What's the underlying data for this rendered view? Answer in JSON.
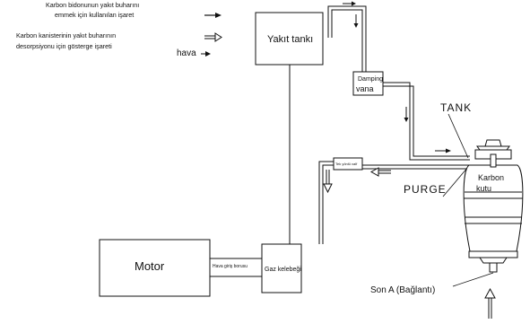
{
  "legend": {
    "absorb_line1": "Karbon bidonunun yakıt buharını",
    "absorb_line2": "emmek için kullanılan işaret",
    "desorb_line1": "Karbon kanisterinin yakıt buharının",
    "desorb_line2": "desorpsiyonu için gösterge işareti",
    "air": "hava"
  },
  "components": {
    "fuel_tank": "Yakıt tankı",
    "damping_line1": "Damping",
    "damping_line2": "vana",
    "engine": "Motor",
    "intake_pipe": "Hava giriş borusu",
    "throttle": "Gaz kelebeği",
    "purge_valve": "Tek yönlü valf",
    "canister_line1": "Karbon",
    "canister_line2": "kutu"
  },
  "port_labels": {
    "tank": "TANK",
    "purge": "PURGE",
    "end_a": "Son A (Bağlantı)"
  }
}
